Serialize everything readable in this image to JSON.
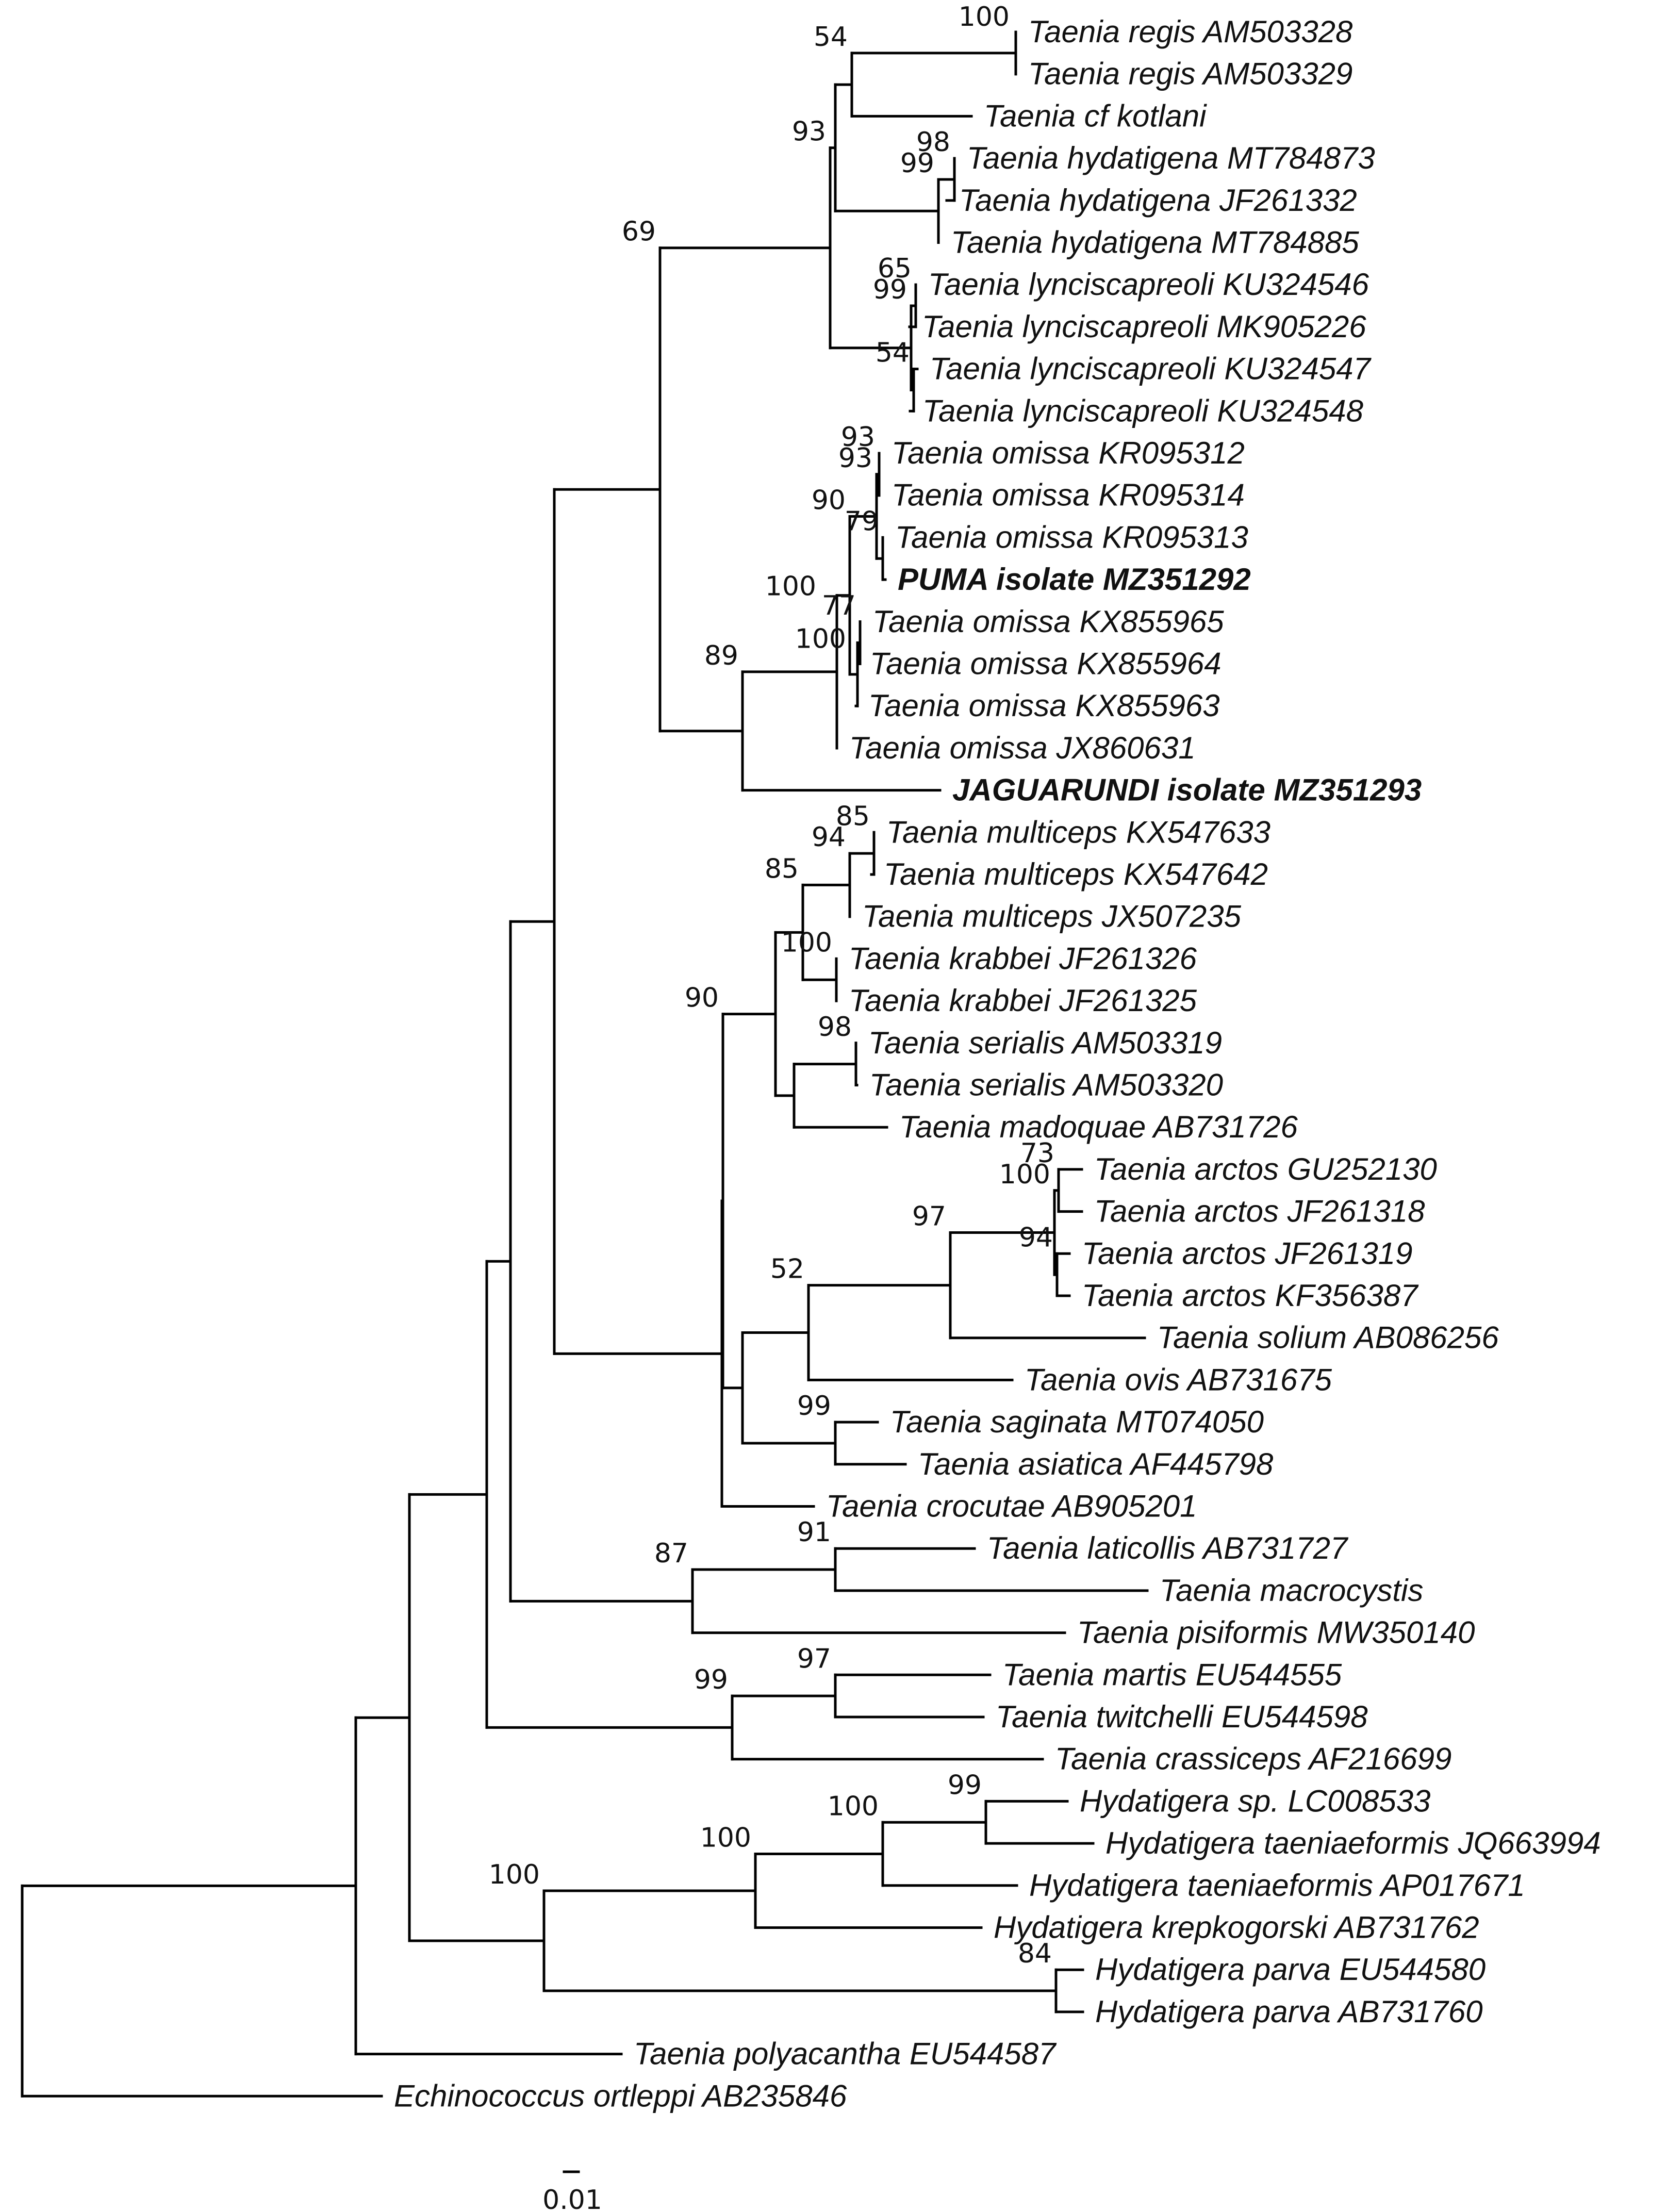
{
  "tree": {
    "leaves": [
      {
        "id": "regis1",
        "label": "Taenia regis AM503328",
        "highlight": false
      },
      {
        "id": "regis2",
        "label": "Taenia regis AM503329",
        "highlight": false
      },
      {
        "id": "kotlani",
        "label": "Taenia cf kotlani",
        "highlight": false
      },
      {
        "id": "hyd1",
        "label": "Taenia hydatigena MT784873",
        "highlight": false
      },
      {
        "id": "hyd2",
        "label": "Taenia hydatigena JF261332",
        "highlight": false
      },
      {
        "id": "hyd3",
        "label": "Taenia hydatigena MT784885",
        "highlight": false
      },
      {
        "id": "lync1",
        "label": "Taenia lynciscapreoli KU324546",
        "highlight": false
      },
      {
        "id": "lync2",
        "label": "Taenia lynciscapreoli MK905226",
        "highlight": false
      },
      {
        "id": "lync3",
        "label": "Taenia lynciscapreoli KU324547",
        "highlight": false
      },
      {
        "id": "lync4",
        "label": "Taenia lynciscapreoli KU324548",
        "highlight": false
      },
      {
        "id": "om1",
        "label": "Taenia omissa KR095312",
        "highlight": false
      },
      {
        "id": "om2",
        "label": "Taenia omissa KR095314",
        "highlight": false
      },
      {
        "id": "om3",
        "label": "Taenia omissa KR095313",
        "highlight": false
      },
      {
        "id": "puma",
        "label": "PUMA isolate MZ351292",
        "highlight": true
      },
      {
        "id": "om4",
        "label": "Taenia omissa KX855965",
        "highlight": false
      },
      {
        "id": "om5",
        "label": "Taenia omissa KX855964",
        "highlight": false
      },
      {
        "id": "om6",
        "label": "Taenia omissa KX855963",
        "highlight": false
      },
      {
        "id": "om7",
        "label": "Taenia omissa JX860631",
        "highlight": false
      },
      {
        "id": "jag",
        "label": "JAGUARUNDI isolate MZ351293",
        "highlight": true
      },
      {
        "id": "mul1",
        "label": "Taenia multiceps KX547633",
        "highlight": false
      },
      {
        "id": "mul2",
        "label": "Taenia multiceps KX547642",
        "highlight": false
      },
      {
        "id": "mul3",
        "label": "Taenia multiceps JX507235",
        "highlight": false
      },
      {
        "id": "krab1",
        "label": "Taenia krabbei JF261326",
        "highlight": false
      },
      {
        "id": "krab2",
        "label": "Taenia krabbei JF261325",
        "highlight": false
      },
      {
        "id": "ser1",
        "label": "Taenia serialis AM503319",
        "highlight": false
      },
      {
        "id": "ser2",
        "label": "Taenia serialis AM503320",
        "highlight": false
      },
      {
        "id": "mado",
        "label": "Taenia madoquae AB731726",
        "highlight": false
      },
      {
        "id": "arc1",
        "label": "Taenia arctos GU252130",
        "highlight": false
      },
      {
        "id": "arc2",
        "label": "Taenia arctos JF261318",
        "highlight": false
      },
      {
        "id": "arc3",
        "label": "Taenia arctos JF261319",
        "highlight": false
      },
      {
        "id": "arc4",
        "label": "Taenia arctos KF356387",
        "highlight": false
      },
      {
        "id": "solium",
        "label": "Taenia solium AB086256",
        "highlight": false
      },
      {
        "id": "ovis",
        "label": "Taenia ovis AB731675",
        "highlight": false
      },
      {
        "id": "sagi",
        "label": "Taenia saginata MT074050",
        "highlight": false
      },
      {
        "id": "asia",
        "label": "Taenia asiatica AF445798",
        "highlight": false
      },
      {
        "id": "croc",
        "label": "Taenia crocutae AB905201",
        "highlight": false
      },
      {
        "id": "lati",
        "label": "Taenia laticollis AB731727",
        "highlight": false
      },
      {
        "id": "macro",
        "label": "Taenia macrocystis",
        "highlight": false
      },
      {
        "id": "pisi",
        "label": "Taenia pisiformis MW350140",
        "highlight": false
      },
      {
        "id": "mart",
        "label": "Taenia martis EU544555",
        "highlight": false
      },
      {
        "id": "twit",
        "label": "Taenia twitchelli EU544598",
        "highlight": false
      },
      {
        "id": "crass",
        "label": "Taenia crassiceps AF216699",
        "highlight": false
      },
      {
        "id": "hsp",
        "label": "Hydatigera sp. LC008533",
        "highlight": false
      },
      {
        "id": "htae1",
        "label": "Hydatigera taeniaeformis JQ663994",
        "highlight": false
      },
      {
        "id": "htae2",
        "label": "Hydatigera taeniaeformis AP017671",
        "highlight": false
      },
      {
        "id": "hkrep",
        "label": "Hydatigera krepkogorski AB731762",
        "highlight": false
      },
      {
        "id": "hpar1",
        "label": "Hydatigera parva EU544580",
        "highlight": false
      },
      {
        "id": "hpar2",
        "label": "Hydatigera parva AB731760",
        "highlight": false
      },
      {
        "id": "poly",
        "label": "Taenia polyacantha EU544587",
        "highlight": false
      },
      {
        "id": "echi",
        "label": "Echinococcus ortleppi AB235846",
        "highlight": false
      }
    ],
    "support_values": [
      "100",
      "54",
      "98",
      "99",
      "93",
      "65",
      "99",
      "54",
      "69",
      "93",
      "93",
      "79",
      "90",
      "77",
      "100",
      "100",
      "89",
      "85",
      "94",
      "85",
      "100",
      "98",
      "73",
      "100",
      "94",
      "97",
      "52",
      "90",
      "99",
      "91",
      "87",
      "97",
      "99",
      "99",
      "100",
      "100",
      "84",
      "100"
    ],
    "scale_bar": {
      "label": "0.01"
    }
  }
}
